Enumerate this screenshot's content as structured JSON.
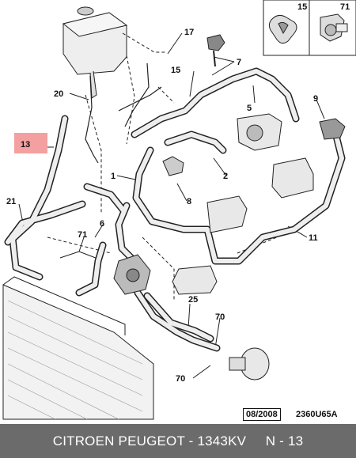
{
  "callouts": [
    {
      "id": "c15-top",
      "text": "15"
    },
    {
      "id": "c71-top",
      "text": "71"
    },
    {
      "id": "c17",
      "text": "17"
    },
    {
      "id": "c15",
      "text": "15"
    },
    {
      "id": "c7",
      "text": "7"
    },
    {
      "id": "c20",
      "text": "20"
    },
    {
      "id": "c5",
      "text": "5"
    },
    {
      "id": "c9",
      "text": "9"
    },
    {
      "id": "c13",
      "text": "13"
    },
    {
      "id": "c1",
      "text": "1"
    },
    {
      "id": "c2",
      "text": "2"
    },
    {
      "id": "c8",
      "text": "8"
    },
    {
      "id": "c21",
      "text": "21"
    },
    {
      "id": "c6",
      "text": "6"
    },
    {
      "id": "c71",
      "text": "71"
    },
    {
      "id": "c11",
      "text": "11"
    },
    {
      "id": "c25",
      "text": "25"
    },
    {
      "id": "c70a",
      "text": "70"
    },
    {
      "id": "c70b",
      "text": "70"
    }
  ],
  "highlight": {
    "callout": "13",
    "color": "#f4a0a0"
  },
  "footer": {
    "date": "08/2008",
    "ref": "2360U65A"
  },
  "caption": "CITROEN PEUGEOT - 1343KV     N - 13",
  "colors": {
    "line": "#222222",
    "part_fill": "#e6e6e6",
    "part_dark": "#9a9a9a",
    "caption_bg": "#6b6b6b"
  }
}
